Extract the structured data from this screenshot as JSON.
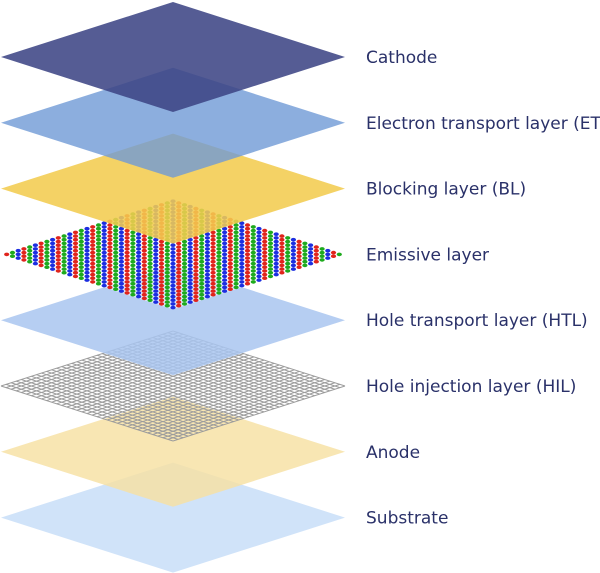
{
  "layers": [
    {
      "id": "cathode",
      "label": "Cathode",
      "color": "#3d4585",
      "opacity": 0.88,
      "pattern": "solid"
    },
    {
      "id": "etl",
      "label": "Electron transport layer (ETL)",
      "color": "#6f9ad6",
      "opacity": 0.8,
      "pattern": "solid"
    },
    {
      "id": "bl",
      "label": "Blocking layer (BL)",
      "color": "#f2cc50",
      "opacity": 0.88,
      "pattern": "solid"
    },
    {
      "id": "eml",
      "label": "Emissive layer",
      "color": "#ffffff",
      "opacity": 1,
      "pattern": "rgb-dots",
      "dot_colors": [
        "#e0241c",
        "#1eaa1e",
        "#1c2ee0"
      ]
    },
    {
      "id": "htl",
      "label": "Hole transport layer (HTL)",
      "color": "#a9c6f0",
      "opacity": 0.85,
      "pattern": "solid"
    },
    {
      "id": "hil",
      "label": "Hole injection layer (HIL)",
      "color": "#9c9c9c",
      "opacity": 1,
      "pattern": "grid"
    },
    {
      "id": "anode",
      "label": "Anode",
      "color": "#f7e1a2",
      "opacity": 0.82,
      "pattern": "solid"
    },
    {
      "id": "substrate",
      "label": "Substrate",
      "color": "#c4dcf7",
      "opacity": 0.8,
      "pattern": "solid"
    }
  ],
  "colors": {
    "label_text": "#2a3169"
  }
}
